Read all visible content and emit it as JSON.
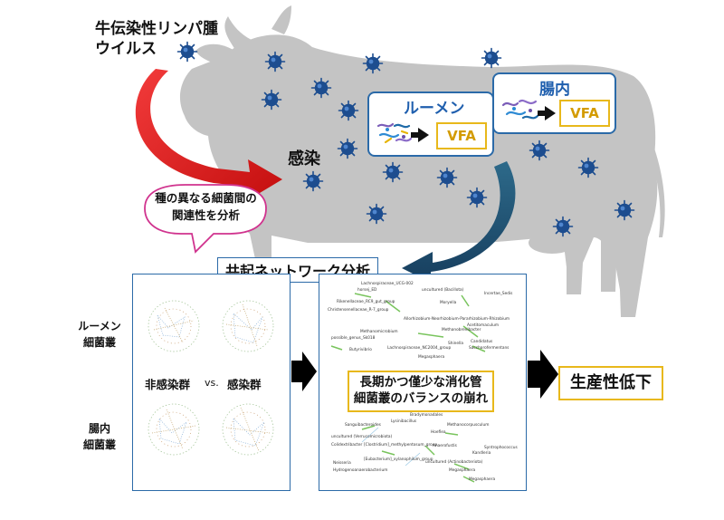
{
  "virus_label_line1": "牛伝染性リンパ腫",
  "virus_label_line2": "ウイルス",
  "infection_label": "感染",
  "rumen_title": "ルーメン",
  "gut_title": "腸内",
  "vfa_label": "VFA",
  "bubble_line1": "種の異なる細菌間の",
  "bubble_line2": "関連性を分析",
  "network_title": "共起ネットワーク分析",
  "row_label_rumen_1": "ルーメン",
  "row_label_rumen_2": "細菌叢",
  "row_label_gut_1": "腸内",
  "row_label_gut_2": "細菌叢",
  "compare_uninfected": "非感染群",
  "compare_vs": "vs.",
  "compare_infected": "感染群",
  "center_line1": "長期かつ僅少な消化管",
  "center_line2": "細菌叢のバランスの崩れ",
  "result_label": "生産性低下",
  "taxa_top": [
    "Lachnospiraceae_UCG-002",
    "horsej_ED",
    "uncultured (Bacillota)",
    "Incertae_Sedis",
    "Rikenellaceae_RC9_gut_group",
    "Moryella",
    "Christensenellaceae_R-7_group",
    "Allorhizobium-Neorhizobium-Pararhizobium-Rhizobium",
    "Methanobrevibacter",
    "Acetitomaculum",
    "Methanomicrobium",
    "possible_genus_Sk018",
    "Lachnospiraceae_NC2004_group",
    "Candidatus",
    "Saccharofermentans",
    "Shinella",
    "Butyrivibrio",
    "Megasphaera"
  ],
  "taxa_bottom": [
    "Bradymonadales",
    "Lysinibacillus",
    "Sanguibacteroides",
    "Methanocorpusculum",
    "Hoeflea",
    "uncultured (Verrucomicrobiota)",
    "Colidextribacter",
    "[Clostridium]_methylpentosum_group",
    "Anaerofustis",
    "Syntrophococcus",
    "Kandleria",
    "[Eubacterium]_xylanophilum_group",
    "uncultured (Actinobacteriota)",
    "Neisseria",
    "Hydrogenoanaerobacterium",
    "Megasphaera",
    "Megasphaera"
  ]
}
